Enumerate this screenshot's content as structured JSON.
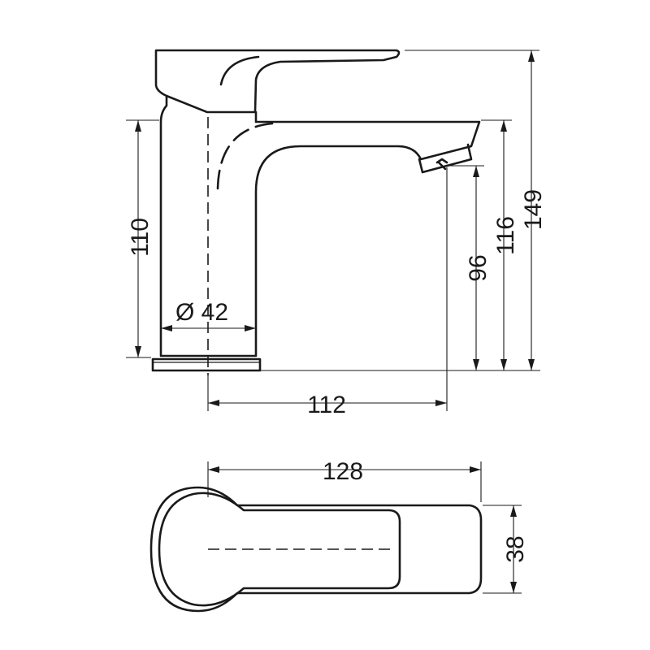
{
  "dimensions": {
    "body_height": "110",
    "base_diameter": "Ø 42",
    "spout_reach": "112",
    "spout_outlet_height": "96",
    "spout_top_height": "116",
    "total_height": "149",
    "total_length": "128",
    "width": "38"
  }
}
